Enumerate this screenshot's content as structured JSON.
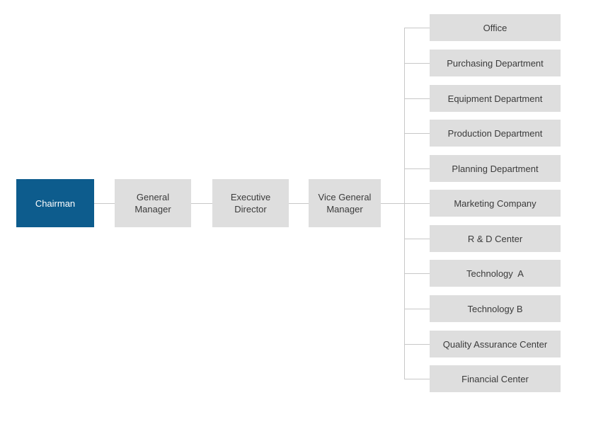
{
  "diagram": {
    "type": "org-chart",
    "colors": {
      "primary_node_fill": "#0d5c8d",
      "node_fill": "#dedede",
      "connector": "#c8c8c8",
      "node_text": "#3b3b3b",
      "primary_node_text": "#ffffff",
      "background": "#ffffff"
    }
  },
  "management_chain": [
    {
      "label": "Chairman",
      "emphasis": true
    },
    {
      "label": "General Manager",
      "emphasis": false
    },
    {
      "label": "Executive Director",
      "emphasis": false
    },
    {
      "label": "Vice General Manager",
      "emphasis": false
    }
  ],
  "departments": [
    {
      "label": "Office"
    },
    {
      "label": "Purchasing Department"
    },
    {
      "label": "Equipment Department"
    },
    {
      "label": "Production Department"
    },
    {
      "label": "Planning Department"
    },
    {
      "label": "Marketing Company"
    },
    {
      "label": "R & D Center"
    },
    {
      "label": "Technology  A"
    },
    {
      "label": "Technology B"
    },
    {
      "label": "Quality Assurance Center"
    },
    {
      "label": "Financial Center"
    }
  ]
}
